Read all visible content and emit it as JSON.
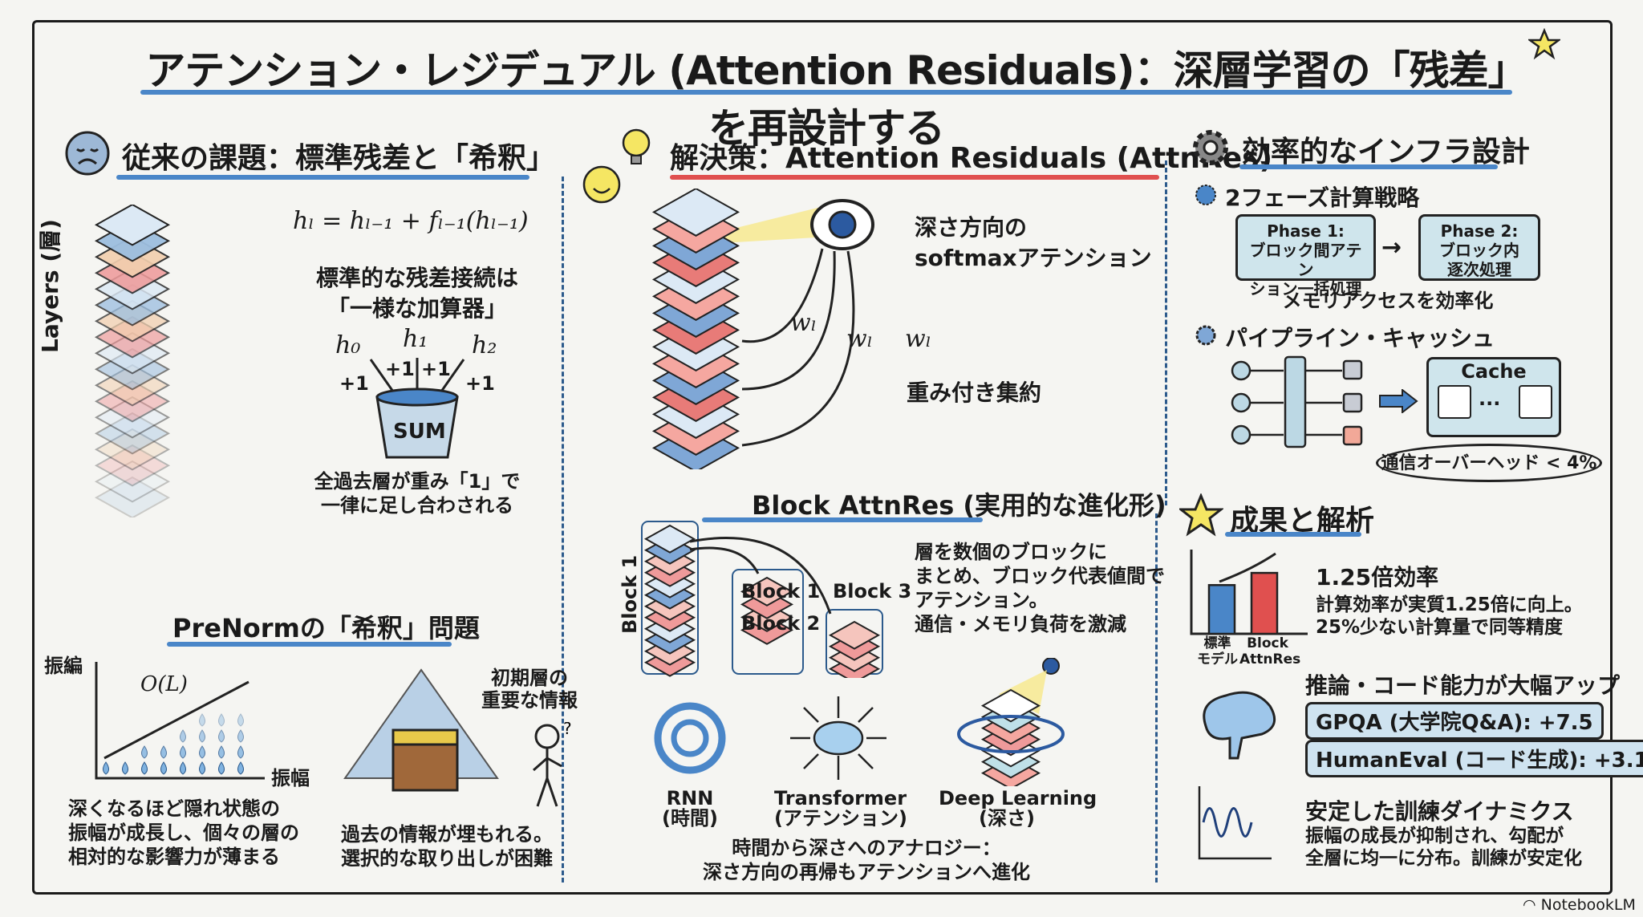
{
  "title": "アテンション・レジデュアル (Attention Residuals)：深層学習の「残差」を再設計する",
  "left": {
    "header": "従来の課題：標準残差と「希釈」",
    "axis_label": "Layers (層)",
    "formula": "h_l = h_{l-1} + f_{l-1}(h_{l-1})",
    "formula_display": "hₗ = hₗ₋₁ + fₗ₋₁(hₗ₋₁)",
    "adder_text": [
      "標準的な残差接続は",
      "「一様な加算器」"
    ],
    "inputs": [
      "h₀",
      "h₁",
      "h₂"
    ],
    "weights": [
      "+1",
      "+1",
      "+1",
      "+1"
    ],
    "bucket_label": "SUM",
    "bucket_caption": [
      "全過去層が重み「1」で",
      "一律に足し合わされる"
    ],
    "prenorm_header": "PreNormの「希釈」問題",
    "chart_y": "振編",
    "chart_x": "振幅",
    "chart_growth": "O(L)",
    "chart_caption": [
      "深くなるほど隠れ状態の",
      "振幅が成長し、個々の層の",
      "相対的な影響力が薄まる"
    ],
    "treasure_label": [
      "初期層の",
      "重要な情報"
    ],
    "treasure_caption": [
      "過去の情報が埋もれる。",
      "選択的な取り出しが困難"
    ]
  },
  "middle": {
    "header": "解決策：Attention Residuals (AttnRes)",
    "eye_text": [
      "深さ方向の",
      "softmaxアテンション"
    ],
    "weight_label": "wₗ",
    "aggregate": "重み付き集約",
    "block_header": "Block AttnRes (実用的な進化形)",
    "block_side": "Block 1",
    "blocks": [
      "Block 1",
      "Block 2",
      "Block 3"
    ],
    "block_text": [
      "層を数個のブロックに",
      "まとめ、ブロック代表値間で",
      "アテンション。",
      "通信・メモリ負荷を激減"
    ],
    "analogy": [
      {
        "name": "RNN",
        "sub": "(時間)"
      },
      {
        "name": "Transformer",
        "sub": "(アテンション)"
      },
      {
        "name": "Deep Learning",
        "sub": "(深さ)"
      }
    ],
    "analogy_caption": [
      "時間から深さへのアナロジー：",
      "深さ方向の再帰もアテンションへ進化"
    ]
  },
  "right": {
    "header": "効率的なインフラ設計",
    "phase_header": "2フェーズ計算戦略",
    "phase1": [
      "Phase 1:",
      "ブロック間アテン",
      "ション一括処理"
    ],
    "phase2": [
      "Phase 2:",
      "ブロック内",
      "逐次処理"
    ],
    "phase_caption": "メモリアクセスを効率化",
    "pipeline_header": "パイプライン・キャッシュ",
    "cache_label": "Cache",
    "cache_dots": "...",
    "overhead": "通信オーバーヘッド < 4%",
    "results_header": "成果と解析",
    "bar_labels": [
      [
        "標準",
        "モデル"
      ],
      [
        "Block",
        "AttnRes"
      ]
    ],
    "bar_values": [
      1.0,
      1.25
    ],
    "eff_title": "1.25倍効率",
    "eff_text": [
      "計算効率が実質1.25倍に向上。",
      "25%少ない計算量で同等精度"
    ],
    "reason_header": "推論・コード能力が大幅アップ",
    "scores": [
      "GPQA (大学院Q&A): +7.5",
      "HumanEval (コード生成): +3.1"
    ],
    "stable_header": "安定した訓練ダイナミクス",
    "stable_text": [
      "振幅の成長が抑制され、勾配が",
      "全層に均一に分布。訓練が安定化"
    ]
  },
  "brand": "NotebookLM",
  "colors": {
    "accent_blue": "#4a86c8",
    "accent_red": "#e0504f",
    "layer_blue": "#9dbfe0",
    "layer_red": "#ef9a9a",
    "box_fill": "#cfe5ec"
  }
}
